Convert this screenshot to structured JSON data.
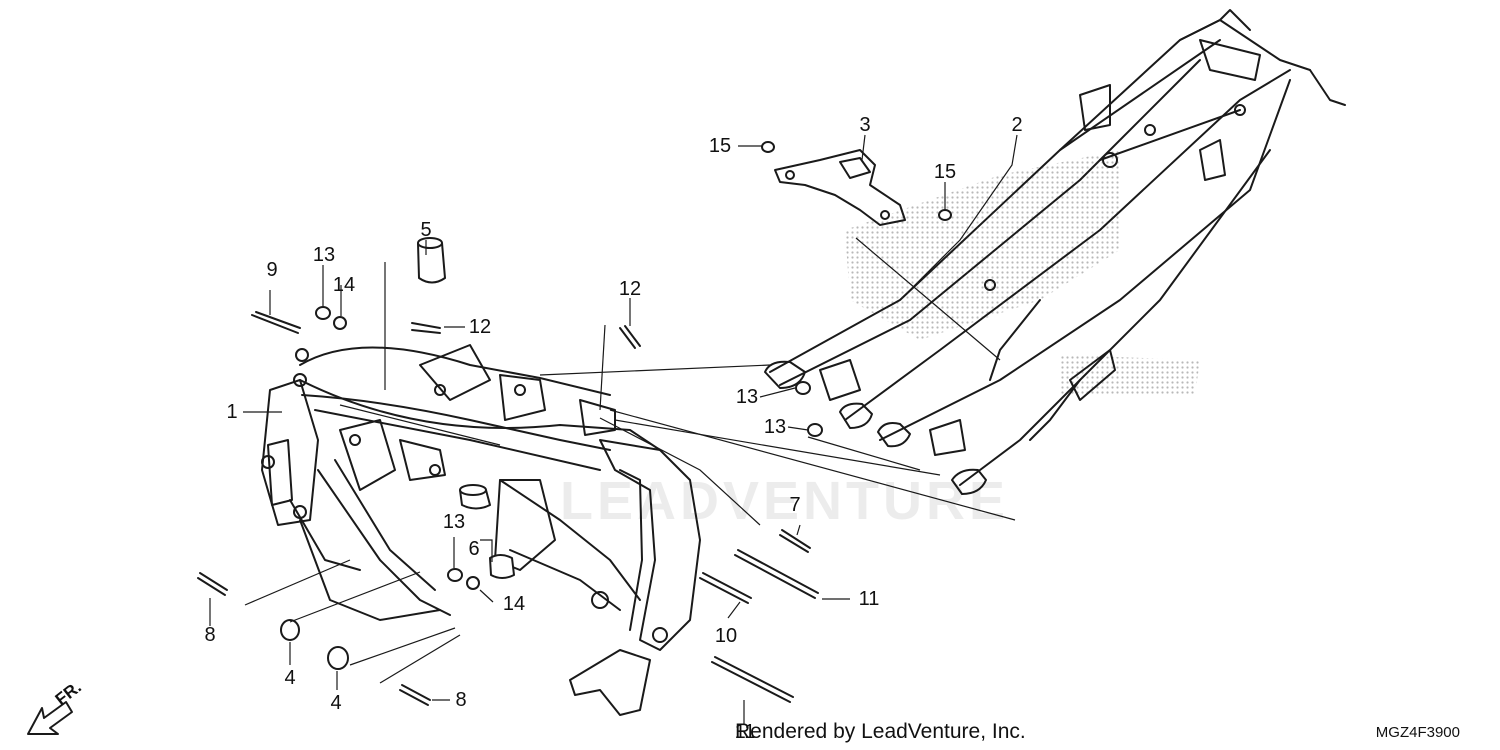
{
  "callouts": [
    {
      "id": "c1",
      "text": "1"
    },
    {
      "id": "c2",
      "text": "2"
    },
    {
      "id": "c3",
      "text": "3"
    },
    {
      "id": "c4a",
      "text": "4"
    },
    {
      "id": "c4b",
      "text": "4"
    },
    {
      "id": "c5",
      "text": "5"
    },
    {
      "id": "c6",
      "text": "6"
    },
    {
      "id": "c7",
      "text": "7"
    },
    {
      "id": "c8a",
      "text": "8"
    },
    {
      "id": "c8b",
      "text": "8"
    },
    {
      "id": "c9",
      "text": "9"
    },
    {
      "id": "c10",
      "text": "10"
    },
    {
      "id": "c11a",
      "text": "11"
    },
    {
      "id": "c11b",
      "text": "11"
    },
    {
      "id": "c12a",
      "text": "12"
    },
    {
      "id": "c12b",
      "text": "12"
    },
    {
      "id": "c13a",
      "text": "13"
    },
    {
      "id": "c13b",
      "text": "13"
    },
    {
      "id": "c13c",
      "text": "13"
    },
    {
      "id": "c13d",
      "text": "13"
    },
    {
      "id": "c14a",
      "text": "14"
    },
    {
      "id": "c14b",
      "text": "14"
    },
    {
      "id": "c15a",
      "text": "15"
    },
    {
      "id": "c15b",
      "text": "15"
    }
  ],
  "credit": "Rendered by LeadVenture, Inc.",
  "diagram_code": "MGZ4F3900",
  "direction_label": "FR.",
  "watermark_text": "LEADVENTURE",
  "colors": {
    "line": "#1a1a1a",
    "shade": "#bdbdbd",
    "background": "#ffffff"
  }
}
